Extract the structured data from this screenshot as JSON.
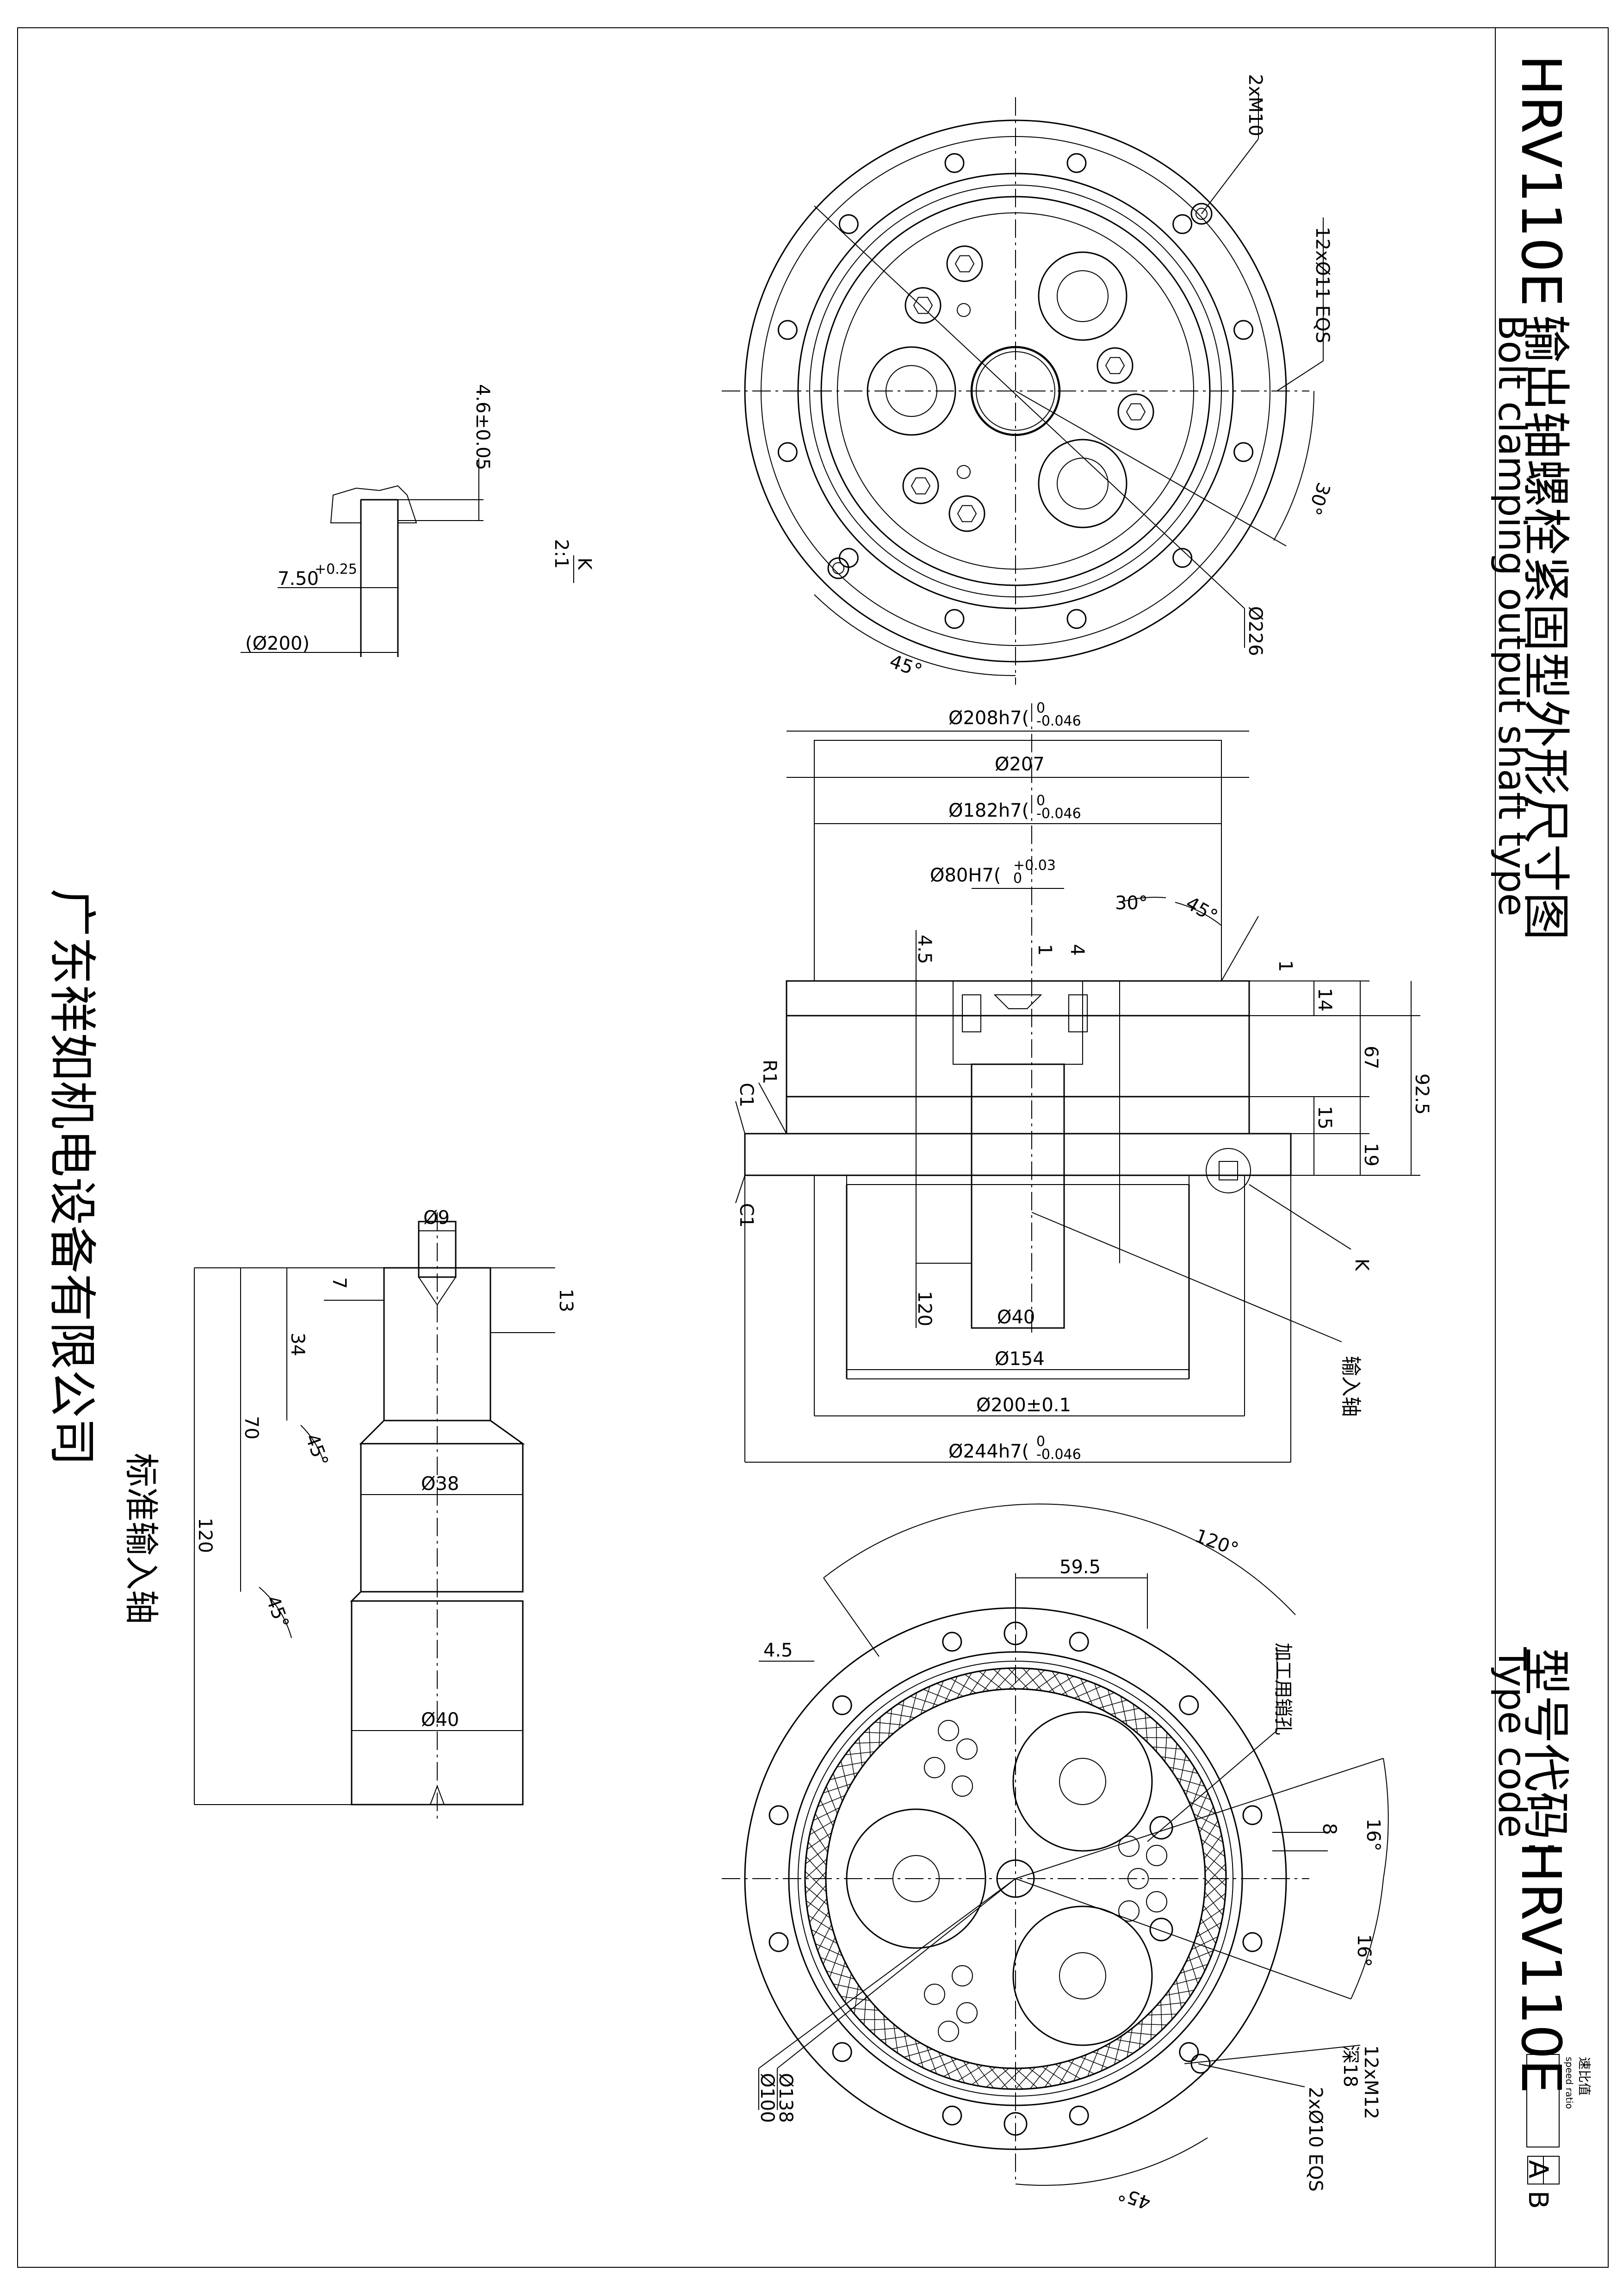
{
  "title_block": {
    "model_title": "HRV110E",
    "title_cn": "输出轴螺栓紧固型外形尺寸图",
    "title_en": "Bolt clamping output shaft type",
    "type_code_cn": "型号代码:",
    "type_code_en": "Type code",
    "type_code_value": "HRV110E",
    "speed_ratio_cn": "速比值",
    "speed_ratio_en": "speed ratio",
    "variant_a": "A",
    "variant_b": "B"
  },
  "company": "广东祥如机电设备有限公司",
  "standard_input_shaft": "标准输入轴",
  "top_view": {
    "holes_m10": "2xM10",
    "holes_eqs": "12xØ11 EQS",
    "angle_30": "30°",
    "angle_45": "45°",
    "pcd": "Ø226"
  },
  "detail_k": {
    "dim_depth": "4.6±0.05",
    "dim_width": "7.50",
    "dim_width_tol": "+0.25",
    "dim_ref": "(Ø200)",
    "label": "K",
    "scale": "2:1"
  },
  "section_view": {
    "d_208": "Ø208h7(",
    "d_208_tol_up": "0",
    "d_208_tol_dn": "-0.046",
    "d_207": "Ø207",
    "d_182": "Ø182h7(",
    "d_182_tol_up": "0",
    "d_182_tol_dn": "-0.046",
    "d_80": "Ø80H7(",
    "d_80_tol_up": "+0.03",
    "d_80_tol_dn": "0",
    "angle_30": "30°",
    "angle_45": "45°",
    "dim_4_5": "4.5",
    "dim_1a": "1",
    "dim_4": "4",
    "dim_1b": "1",
    "dim_14": "14",
    "dim_67": "67",
    "dim_92_5": "92.5",
    "dim_15": "15",
    "dim_19": "19",
    "r1": "R1",
    "c1_top": "C1",
    "c1_bot": "C1",
    "label_k": "K",
    "dim_120": "120",
    "d_40": "Ø40",
    "d_154": "Ø154",
    "d_200": "Ø200±0.1",
    "d_244": "Ø244h7(",
    "d_244_tol_up": "0",
    "d_244_tol_dn": "-0.046",
    "input_shaft": "输入轴"
  },
  "input_shaft_view": {
    "d_9": "Ø9",
    "dim_7": "7",
    "dim_13": "13",
    "dim_34": "34",
    "dim_70": "70",
    "dim_120": "120",
    "angle_45a": "45°",
    "angle_45b": "45°",
    "d_38": "Ø38",
    "d_40": "Ø40"
  },
  "bottom_view": {
    "angle_120": "120°",
    "dim_59_5": "59.5",
    "dim_4_5": "4.5",
    "machining_pin_hole": "加工用销孔",
    "dim_8": "8",
    "angle_16a": "16°",
    "angle_16b": "16°",
    "holes_m12": "12xM12",
    "depth_18": "深18",
    "holes_pin": "2xØ10 EQS",
    "angle_45": "45°",
    "d_138": "Ø138",
    "d_100": "Ø100"
  }
}
